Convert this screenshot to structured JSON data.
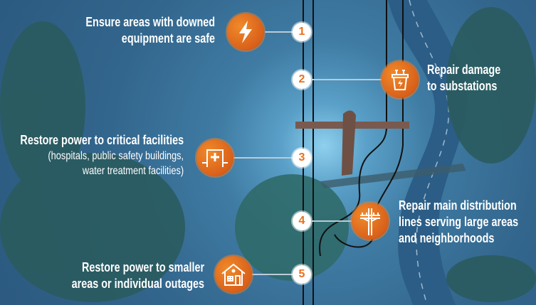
{
  "steps": [
    {
      "number": "1",
      "lines": [
        "Ensure areas with downed",
        "equipment are safe"
      ],
      "icon": "lightning-icon"
    },
    {
      "number": "2",
      "lines": [
        "Repair damage",
        "to substations"
      ],
      "icon": "substation-icon"
    },
    {
      "number": "3",
      "lines": [
        "Restore power to critical facilities"
      ],
      "sub_lines": [
        "(hospitals, public safety buildings,",
        "water treatment facilities)"
      ],
      "icon": "hospital-icon"
    },
    {
      "number": "4",
      "lines": [
        "Repair main distribution",
        "lines serving large areas",
        "and neighborhoods"
      ],
      "icon": "utility-pole-icon"
    },
    {
      "number": "5",
      "lines": [
        "Restore power to smaller",
        "areas or individual outages"
      ],
      "icon": "house-icon"
    }
  ],
  "colors": {
    "accent": "#e8711c",
    "background": "#33668d",
    "tree": "#2a5e62"
  }
}
